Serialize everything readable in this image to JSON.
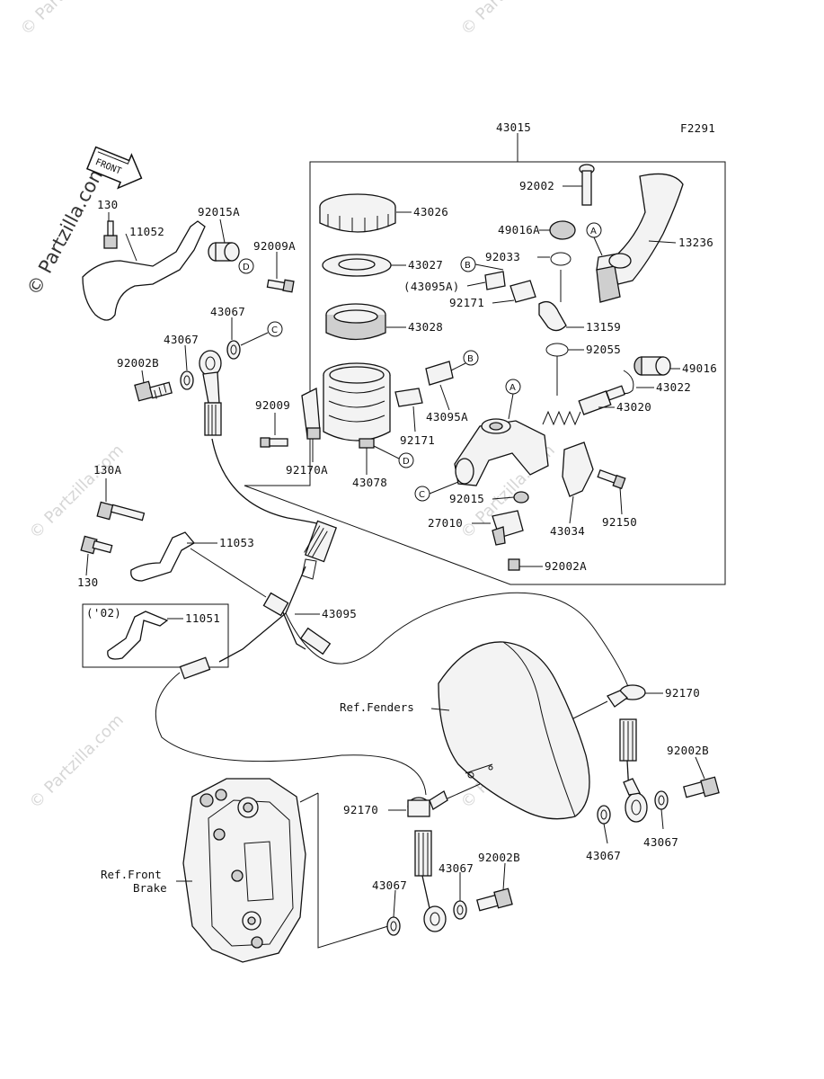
{
  "figure_code": "F2291",
  "front_arrow_text": "FRONT",
  "watermark_main": "© Partzilla.com",
  "watermark_faint": "© Partzilla.com",
  "reference_labels": {
    "fenders": "Ref.Fenders",
    "front_brake_line1": "Ref.Front",
    "front_brake_line2": "Brake"
  },
  "note_02": "('02)",
  "callout_letters": [
    "A",
    "A",
    "B",
    "B",
    "C",
    "C",
    "D",
    "D"
  ],
  "part_labels": {
    "p43015": "43015",
    "p92002": "92002",
    "p43026": "43026",
    "p49016A": "49016A",
    "p13236": "13236",
    "p92033": "92033",
    "p43027": "43027",
    "p43095A_paren": "(43095A)",
    "p92171_top": "92171",
    "p43028": "43028",
    "p13159": "13159",
    "p92055": "92055",
    "p49016": "49016",
    "p43022": "43022",
    "p43020": "43020",
    "p43095A": "43095A",
    "p92009": "92009",
    "p92171": "92171",
    "p92170A": "92170A",
    "p43078": "43078",
    "p92015": "92015",
    "p43034": "43034",
    "p92150": "92150",
    "p27010": "27010",
    "p92002A": "92002A",
    "p130_top": "130",
    "p11052": "11052",
    "p92015A": "92015A",
    "p92009A": "92009A",
    "p43067_a": "43067",
    "p43067_b": "43067",
    "p92002B_left": "92002B",
    "p130A": "130A",
    "p11053": "11053",
    "p130": "130",
    "p43095": "43095",
    "p11051": "11051",
    "p92170_right": "92170",
    "p92002B_right": "92002B",
    "p43067_c": "43067",
    "p43067_d": "43067",
    "p92170_bottom": "92170",
    "p43067_e": "43067",
    "p92002B_bottom": "92002B",
    "p43067_f": "43067"
  }
}
